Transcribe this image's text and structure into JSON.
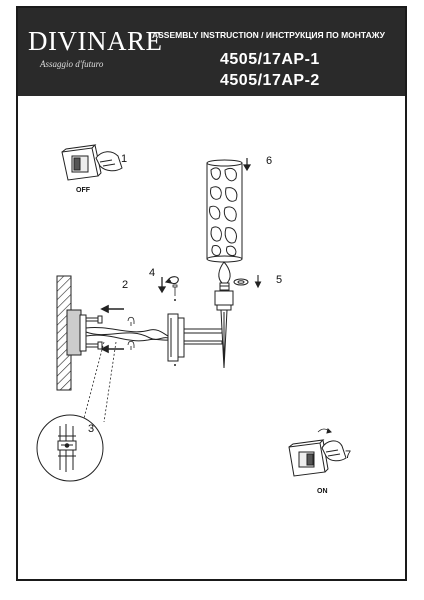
{
  "brand": {
    "logo": "DIVINARE",
    "tagline": "Assaggio d'futuro"
  },
  "header": {
    "assembly_title": "ASSEMBLY INSTRUCTION / ИНСТРУКЦИЯ ПО МОНТАЖУ",
    "models": [
      "4505/17AP-1",
      "4505/17AP-2"
    ]
  },
  "steps": {
    "s1": "1",
    "s2": "2",
    "s3": "3",
    "s4": "4",
    "s5": "5",
    "s6": "6",
    "s7": "7"
  },
  "switch_labels": {
    "off": "OFF",
    "on": "ON"
  }
}
